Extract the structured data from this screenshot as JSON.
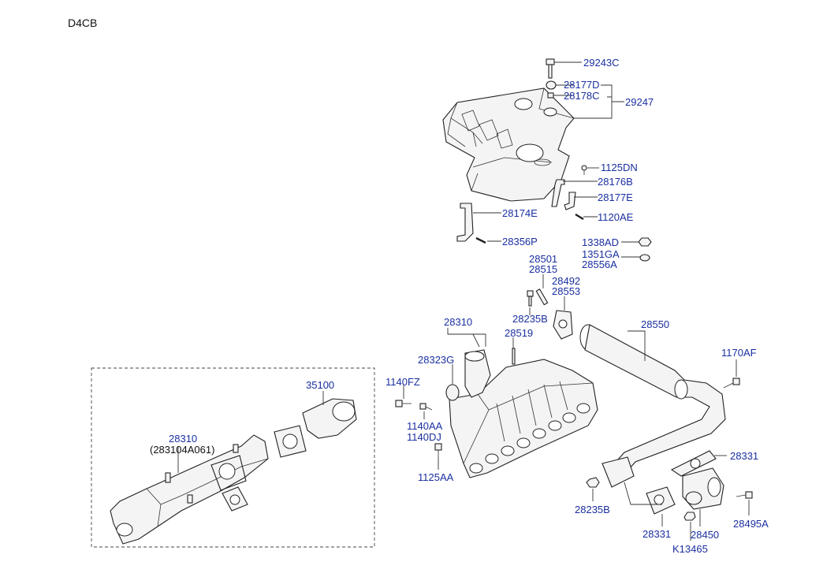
{
  "diagram": {
    "code": "D4CB",
    "labels": {
      "p29243C": "29243C",
      "p28177D": "28177D",
      "p28178C": "28178C",
      "p29247": "29247",
      "p1125DN": "1125DN",
      "p28176B": "28176B",
      "p28177E": "28177E",
      "p28174E": "28174E",
      "p1120AE": "1120AE",
      "p28356P": "28356P",
      "p1338AD": "1338AD",
      "p1351GA": "1351GA",
      "p28556A": "28556A",
      "p28501": "28501",
      "p28515": "28515",
      "p28492": "28492",
      "p28553": "28553",
      "p28235B_top": "28235B",
      "p28310_main": "28310",
      "p28519": "28519",
      "p28550": "28550",
      "p1170AF": "1170AF",
      "p28323G": "28323G",
      "p1140FZ": "1140FZ",
      "p1140AA": "1140AA",
      "p1140DJ": "1140DJ",
      "p1125AA": "1125AA",
      "p35100": "35100",
      "p28310_inset": "28310",
      "p283104A061": "(283104A061)",
      "p28331_right": "28331",
      "p28235B_bottom": "28235B",
      "p28331_bottom": "28331",
      "p28450": "28450",
      "p28495A": "28495A",
      "pK13465": "K13465"
    }
  }
}
